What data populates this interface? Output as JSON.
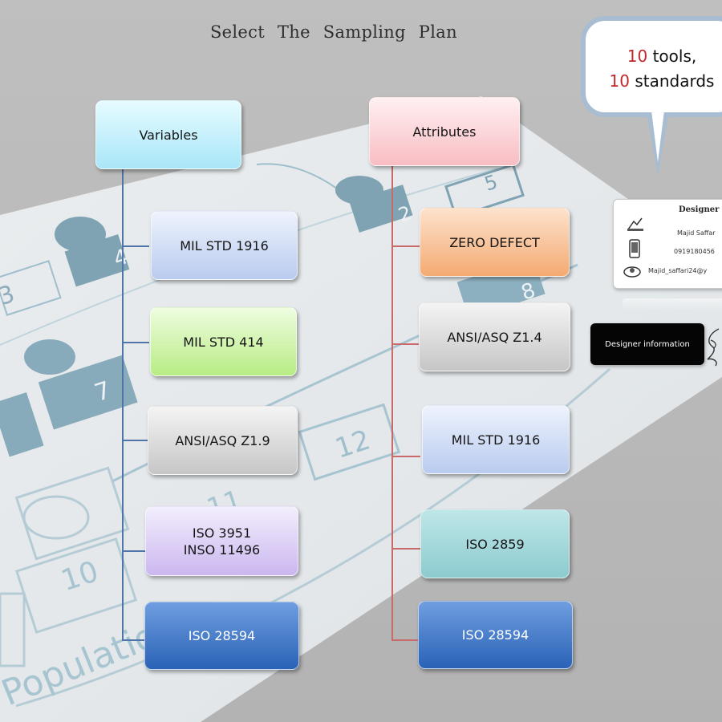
{
  "title": "Select The Sampling Plan",
  "bubble": {
    "line1_count": "10",
    "line1_text": " tools,",
    "line2_count": "10",
    "line2_text": " standards"
  },
  "designer_card": {
    "title": "Designer",
    "name": "Majid  Saffar",
    "phone": "0919180456",
    "email": "Majid_saffari24@y"
  },
  "designer_button_label": "Designer information",
  "background_numbers": [
    "3",
    "4",
    "2",
    "5",
    "7",
    "8",
    "12",
    "10",
    "11"
  ],
  "background_word": "Population",
  "columns": {
    "variables": {
      "header": "Variables",
      "items": [
        "MIL STD 1916",
        "MIL STD 414",
        "ANSI/ASQ Z1.9",
        "ISO 3951\nINSO 11496",
        "ISO 28594"
      ]
    },
    "attributes": {
      "header": "Attributes",
      "items": [
        "ZERO DEFECT",
        "ANSI/ASQ Z1.4",
        "MIL STD 1916",
        "ISO 2859",
        "ISO 28594"
      ]
    }
  },
  "colors": {
    "variables_header": "#bfeefc",
    "attributes_header": "#fcd3d6",
    "light_blue": "#c9d6f2",
    "green": "#cdf3a6",
    "gray": "#d6d6d6",
    "lavender": "#dccdf3",
    "dark_blue": "#2f6bc0",
    "orange": "#f7c196",
    "teal": "#9fd6d9",
    "accent_red": "#c0292b"
  }
}
